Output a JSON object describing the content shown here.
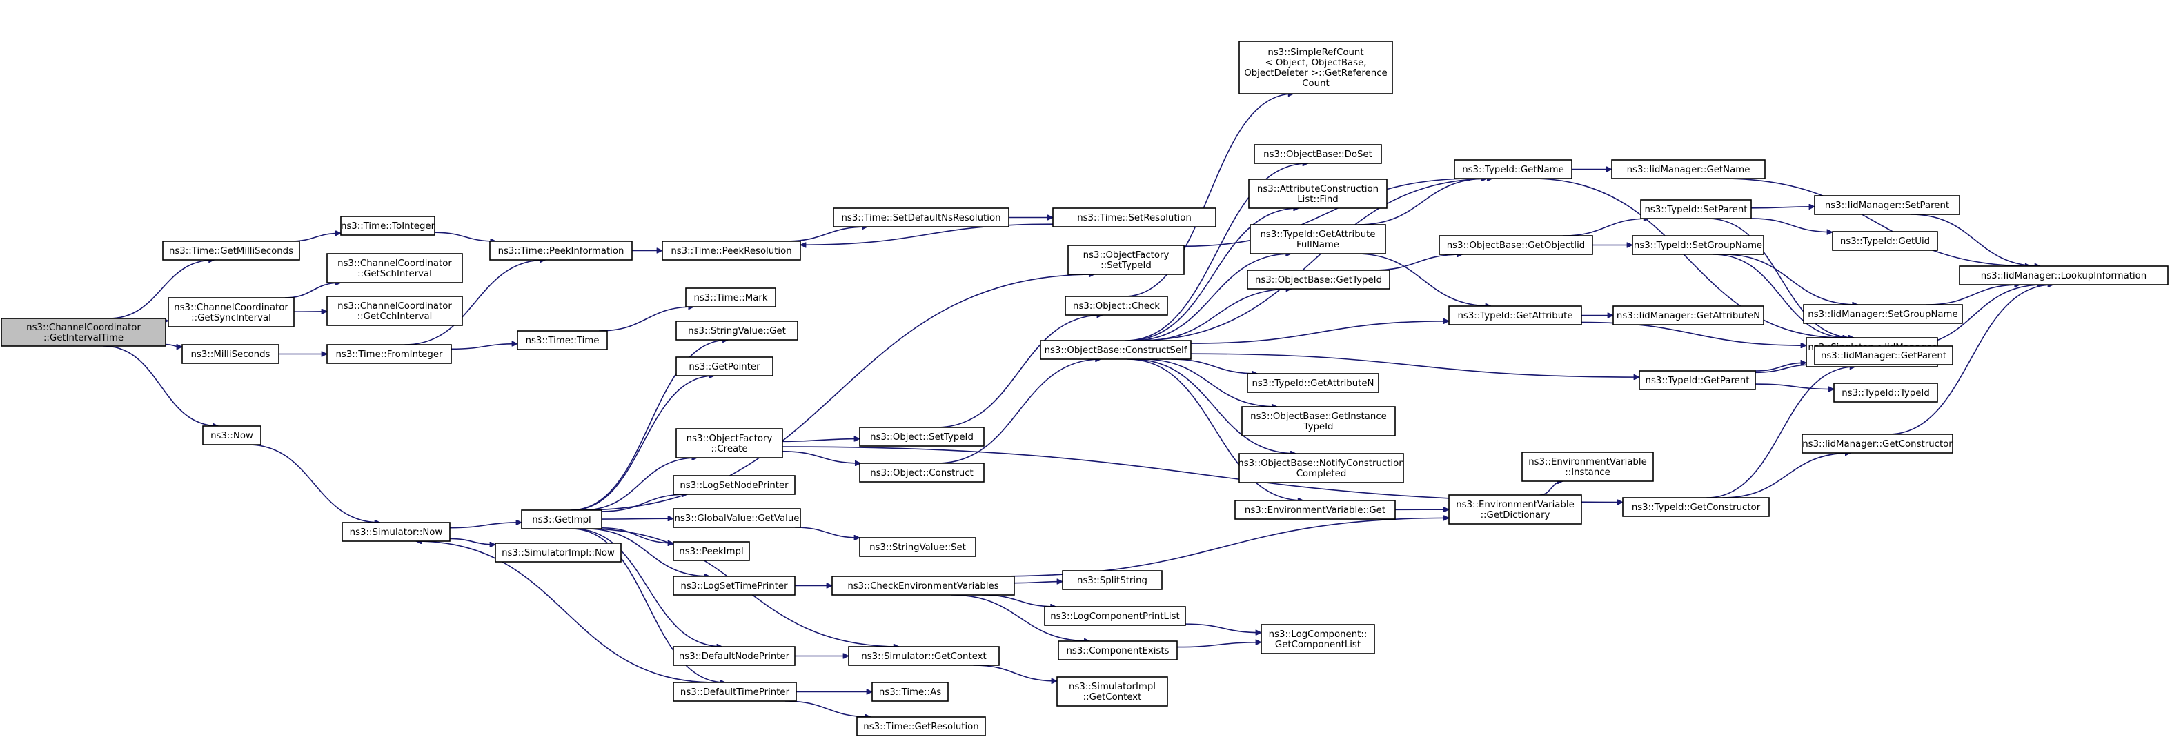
{
  "graph": {
    "nodes": [
      {
        "id": "root",
        "label": [
          "ns3::ChannelCoordinator",
          "::GetIntervalTime"
        ],
        "highlighted": true
      },
      {
        "id": "getmilli",
        "label": [
          "ns3::Time::GetMilliSeconds"
        ]
      },
      {
        "id": "getsync",
        "label": [
          "ns3::ChannelCoordinator",
          "::GetSyncInterval"
        ]
      },
      {
        "id": "milliseconds",
        "label": [
          "ns3::MilliSeconds"
        ]
      },
      {
        "id": "now",
        "label": [
          "ns3::Now"
        ]
      },
      {
        "id": "tointeger",
        "label": [
          "ns3::Time::ToInteger"
        ]
      },
      {
        "id": "getsch",
        "label": [
          "ns3::ChannelCoordinator",
          "::GetSchInterval"
        ]
      },
      {
        "id": "getcch",
        "label": [
          "ns3::ChannelCoordinator",
          "::GetCchInterval"
        ]
      },
      {
        "id": "frominteger",
        "label": [
          "ns3::Time::FromInteger"
        ]
      },
      {
        "id": "peekinfo",
        "label": [
          "ns3::Time::PeekInformation"
        ]
      },
      {
        "id": "peekres",
        "label": [
          "ns3::Time::PeekResolution"
        ]
      },
      {
        "id": "setdefns",
        "label": [
          "ns3::Time::SetDefaultNsResolution"
        ]
      },
      {
        "id": "setres",
        "label": [
          "ns3::Time::SetResolution"
        ]
      },
      {
        "id": "timetime",
        "label": [
          "ns3::Time::Time"
        ]
      },
      {
        "id": "timemark",
        "label": [
          "ns3::Time::Mark"
        ]
      },
      {
        "id": "simnow",
        "label": [
          "ns3::Simulator::Now"
        ]
      },
      {
        "id": "getimpl",
        "label": [
          "ns3::GetImpl"
        ]
      },
      {
        "id": "simimplnow",
        "label": [
          "ns3::SimulatorImpl::Now"
        ]
      },
      {
        "id": "stringvalueget",
        "label": [
          "ns3::StringValue::Get"
        ]
      },
      {
        "id": "getpointer",
        "label": [
          "ns3::GetPointer"
        ]
      },
      {
        "id": "ofcreate",
        "label": [
          "ns3::ObjectFactory",
          "::Create"
        ]
      },
      {
        "id": "lognodeprinter",
        "label": [
          "ns3::LogSetNodePrinter"
        ]
      },
      {
        "id": "gvgetvalue",
        "label": [
          "ns3::GlobalValue::GetValue"
        ]
      },
      {
        "id": "peekimpl",
        "label": [
          "ns3::PeekImpl"
        ]
      },
      {
        "id": "logtimeprinter",
        "label": [
          "ns3::LogSetTimePrinter"
        ]
      },
      {
        "id": "defnodeprinter",
        "label": [
          "ns3::DefaultNodePrinter"
        ]
      },
      {
        "id": "deftimeprinter",
        "label": [
          "ns3::DefaultTimePrinter"
        ]
      },
      {
        "id": "timeas",
        "label": [
          "ns3::Time::As"
        ]
      },
      {
        "id": "timegetres",
        "label": [
          "ns3::Time::GetResolution"
        ]
      },
      {
        "id": "stringvalueset",
        "label": [
          "ns3::StringValue::Set"
        ]
      },
      {
        "id": "checkenv",
        "label": [
          "ns3::CheckEnvironmentVariables"
        ]
      },
      {
        "id": "simgetcontext",
        "label": [
          "ns3::Simulator::GetContext"
        ]
      },
      {
        "id": "simimplgetcontext",
        "label": [
          "ns3::SimulatorImpl",
          "::GetContext"
        ]
      },
      {
        "id": "splitstring",
        "label": [
          "ns3::SplitString"
        ]
      },
      {
        "id": "logcompprint",
        "label": [
          "ns3::LogComponentPrintList"
        ]
      },
      {
        "id": "compexists",
        "label": [
          "ns3::ComponentExists"
        ]
      },
      {
        "id": "logcompgetlist",
        "label": [
          "ns3::LogComponent::",
          "GetComponentList"
        ]
      },
      {
        "id": "objsettypeid",
        "label": [
          "ns3::Object::SetTypeId"
        ]
      },
      {
        "id": "objconstruct",
        "label": [
          "ns3::Object::Construct"
        ]
      },
      {
        "id": "ofsettypeid",
        "label": [
          "ns3::ObjectFactory",
          "::SetTypeId"
        ]
      },
      {
        "id": "objcheck",
        "label": [
          "ns3::Object::Check"
        ]
      },
      {
        "id": "obconstructself",
        "label": [
          "ns3::ObjectBase::ConstructSelf"
        ]
      },
      {
        "id": "simplerefcount",
        "label": [
          "ns3::SimpleRefCount",
          "< Object, ObjectBase,",
          "ObjectDeleter >::GetReference",
          "Count"
        ]
      },
      {
        "id": "obdoset",
        "label": [
          "ns3::ObjectBase::DoSet"
        ]
      },
      {
        "id": "attrconstfind",
        "label": [
          "ns3::AttributeConstruction",
          "List::Find"
        ]
      },
      {
        "id": "tidgetattrfullname",
        "label": [
          "ns3::TypeId::GetAttribute",
          "FullName"
        ]
      },
      {
        "id": "obgettypeid",
        "label": [
          "ns3::ObjectBase::GetTypeId"
        ]
      },
      {
        "id": "tidgetattrn",
        "label": [
          "ns3::TypeId::GetAttributeN"
        ]
      },
      {
        "id": "obgetinstancetid",
        "label": [
          "ns3::ObjectBase::GetInstance",
          "TypeId"
        ]
      },
      {
        "id": "obnotifyconst",
        "label": [
          "ns3::ObjectBase::NotifyConstruction",
          "Completed"
        ]
      },
      {
        "id": "envget",
        "label": [
          "ns3::EnvironmentVariable::Get"
        ]
      },
      {
        "id": "tidgetname",
        "label": [
          "ns3::TypeId::GetName"
        ]
      },
      {
        "id": "obgetobjecttid",
        "label": [
          "ns3::ObjectBase::GetObjectIid"
        ]
      },
      {
        "id": "tidgetattr",
        "label": [
          "ns3::TypeId::GetAttribute"
        ]
      },
      {
        "id": "tidgetparent",
        "label": [
          "ns3::TypeId::GetParent"
        ]
      },
      {
        "id": "envgetdict",
        "label": [
          "ns3::EnvironmentVariable",
          "::GetDictionary"
        ]
      },
      {
        "id": "envinstance",
        "label": [
          "ns3::EnvironmentVariable",
          "::Instance"
        ]
      },
      {
        "id": "tidgetconstructor",
        "label": [
          "ns3::TypeId::GetConstructor"
        ]
      },
      {
        "id": "iidgetname",
        "label": [
          "ns3::IidManager::GetName"
        ]
      },
      {
        "id": "tidsetparent",
        "label": [
          "ns3::TypeId::SetParent"
        ]
      },
      {
        "id": "tidsetgroupname",
        "label": [
          "ns3::TypeId::SetGroupName"
        ]
      },
      {
        "id": "iidgetattrn",
        "label": [
          "ns3::IidManager::GetAttributeN"
        ]
      },
      {
        "id": "iidsetparent",
        "label": [
          "ns3::IidManager::SetParent"
        ]
      },
      {
        "id": "tidgetuid",
        "label": [
          "ns3::TypeId::GetUid"
        ]
      },
      {
        "id": "iidsetgroupname",
        "label": [
          "ns3::IidManager::SetGroupName"
        ]
      },
      {
        "id": "singletonget",
        "label": [
          "ns3::Singleton< IidManager",
          ">::Get"
        ]
      },
      {
        "id": "iidgetparent",
        "label": [
          "ns3::IidManager::GetParent"
        ]
      },
      {
        "id": "tidtypeid",
        "label": [
          "ns3::TypeId::TypeId"
        ]
      },
      {
        "id": "iidgetconstructor",
        "label": [
          "ns3::IidManager::GetConstructor"
        ]
      },
      {
        "id": "iidlookupinfo",
        "label": [
          "ns3::IidManager::LookupInformation"
        ]
      }
    ]
  }
}
